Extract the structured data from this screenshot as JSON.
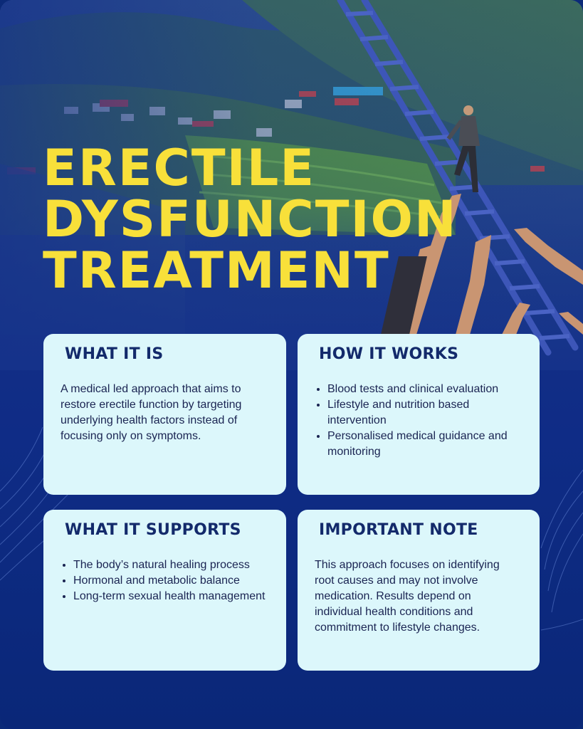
{
  "title": {
    "line1": "ERECTILE",
    "line2": "DYSFUNCTION",
    "line3": "TREATMENT"
  },
  "cards": [
    {
      "heading": "WHAT IT IS",
      "text": "A medical led approach that aims to restore erectile function by targeting underlying health factors instead of focusing only on symptoms."
    },
    {
      "heading": "HOW IT WORKS",
      "items": [
        "Blood tests and clinical evaluation",
        "Lifestyle and nutrition based intervention",
        "Personalised medical guidance and monitoring"
      ]
    },
    {
      "heading": "WHAT IT SUPPORTS",
      "items": [
        "The body’s natural healing process",
        "Hormonal and metabolic balance",
        "Long-term sexual health management"
      ]
    },
    {
      "heading": "IMPORTANT NOTE",
      "text": "This approach focuses on identifying root causes and may not involve medication. Results depend on individual health conditions and commitment to lifestyle changes."
    }
  ],
  "colors": {
    "title": "#f8e03a",
    "card_bg": "#dcf7fb",
    "heading": "#132a6b",
    "background": "#0f2c86"
  }
}
